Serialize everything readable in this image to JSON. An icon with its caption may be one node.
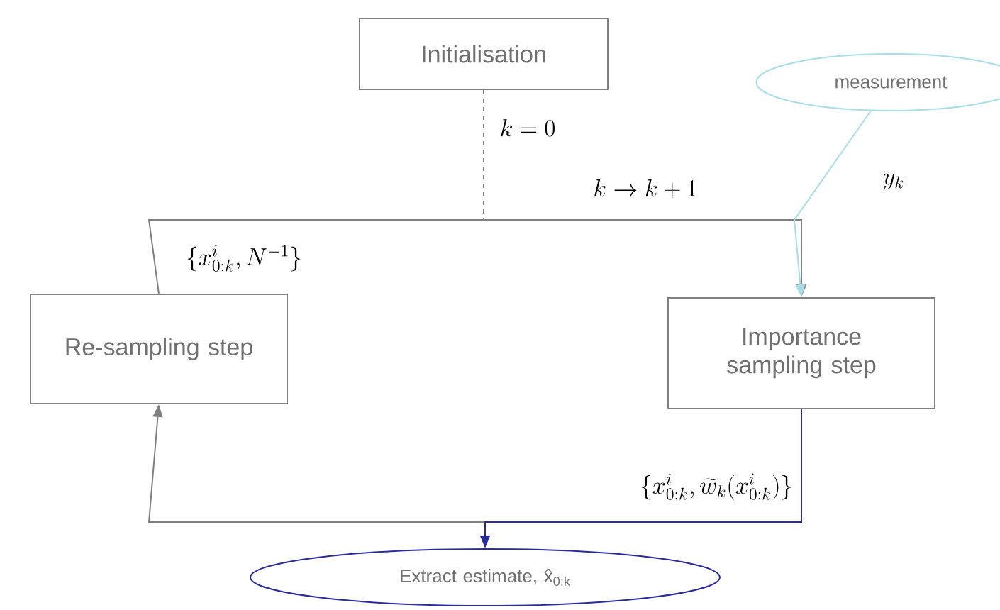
{
  "diagram": {
    "nodes": [
      {
        "text": [
          "Initialisation"
        ]
      },
      {
        "text": [
          "measurement"
        ]
      },
      {
        "text": [
          "Re-sampling step"
        ]
      },
      {
        "text": [
          "Importance sampling step"
        ]
      },
      {
        "text": [
          "Extract estimate, x̂$_{0:k}$"
        ]
      }
    ],
    "edges": [
      {
        "from": 0,
        "to": 3,
        "arrow": "to",
        "style": "dashed",
        "label": "k=0"
      },
      {
        "from": 2,
        "to": 3,
        "arrow": "to",
        "label": "k \\to k+1"
      },
      {
        "from": 1,
        "to": 3,
        "arrow": "to",
        "color": "#a8dde6",
        "label": "y_k"
      },
      {
        "from": 3,
        "to": 2,
        "arrow": "to",
        "label": "\\{x_{0:k}^{i}, \\widetilde{w}_k(x_{0:k}^{i})\\}"
      },
      {
        "from": 3,
        "to": 4,
        "arrow": "to",
        "color": "#2b2b9a"
      }
    ],
    "labels": [
      "\\{x_{0:k}^{i}, N^{-1}\\}"
    ]
  }
}
